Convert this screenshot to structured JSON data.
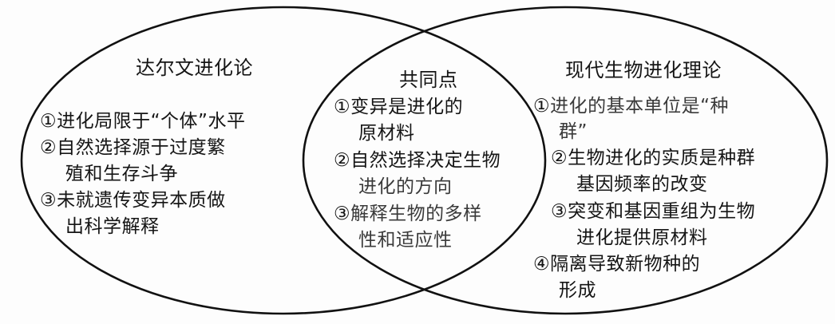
{
  "diagram": {
    "type": "venn",
    "left": {
      "title": "达尔文进化论",
      "items": [
        {
          "num": "①",
          "lines": [
            "进化局限于“个体”水平"
          ]
        },
        {
          "num": "②",
          "lines": [
            "自然选择源于过度繁",
            "殖和生存斗争"
          ]
        },
        {
          "num": "③",
          "lines": [
            "未就遗传变异本质做",
            "出科学解释"
          ]
        }
      ]
    },
    "middle": {
      "title": "共同点",
      "items": [
        {
          "num": "①",
          "lines": [
            "变异是进化的",
            "原材料"
          ]
        },
        {
          "num": "②",
          "lines": [
            "自然选择决定生物",
            "进化的方向"
          ]
        },
        {
          "num": "③",
          "lines": [
            "解释生物的多样",
            "性和适应性"
          ]
        }
      ]
    },
    "right": {
      "title": "现代生物进化理论",
      "items": [
        {
          "num": "①",
          "lines": [
            "进化的基本单位是“种",
            "群”"
          ]
        },
        {
          "num": "②",
          "lines": [
            "生物进化的实质是种群",
            "基因频率的改变"
          ]
        },
        {
          "num": "③",
          "lines": [
            "突变和基因重组为生物",
            "进化提供原材料"
          ]
        },
        {
          "num": "④",
          "lines": [
            "隔离导致新物种的",
            "形成"
          ]
        }
      ]
    },
    "colors": {
      "stroke": "#111111",
      "text": "#151515",
      "background": "#fdfdfd"
    }
  }
}
